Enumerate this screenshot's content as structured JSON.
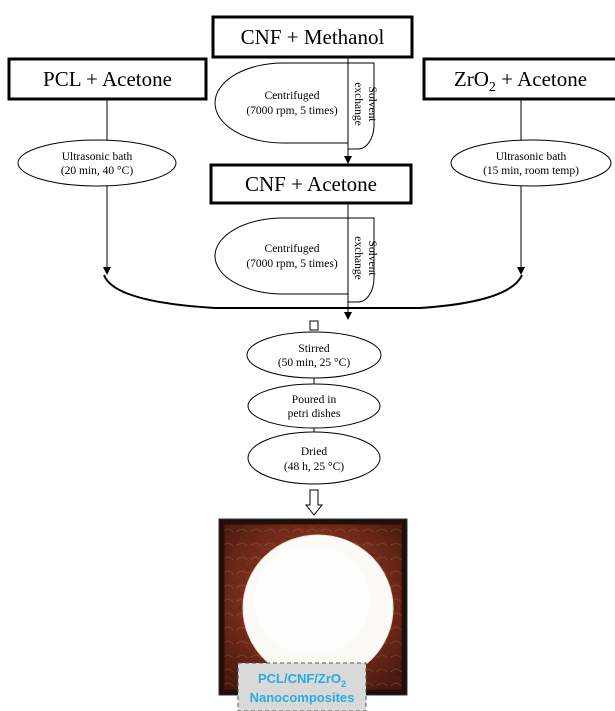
{
  "boxes": {
    "cnf_methanol": "CNF + Methanol",
    "pcl_acetone": "PCL + Acetone",
    "zro2_acetone_base": "ZrO",
    "zro2_acetone_sub": "2",
    "zro2_acetone_tail": " + Acetone",
    "cnf_acetone": "CNF + Acetone"
  },
  "ellipses": {
    "centrifuged_1": [
      "Centrifuged",
      "(7000 rpm, 5 times)"
    ],
    "centrifuged_2": [
      "Centrifuged",
      "(7000 rpm, 5 times)"
    ],
    "ultrasonic_left": [
      "Ultrasonic bath",
      "(20 min, 40 °C)"
    ],
    "ultrasonic_right": [
      "Ultrasonic bath",
      "(15 min, room temp)"
    ],
    "stirred": [
      "Stirred",
      "(50 min, 25 °C)"
    ],
    "poured": [
      "Poured in",
      "petri dishes"
    ],
    "dried": [
      "Dried",
      "(48 h, 25 °C)"
    ]
  },
  "solvent_exchange": [
    "Solvent",
    "exchange"
  ],
  "product_label": {
    "line1_base": "PCL/CNF/ZrO",
    "line1_sub": "2",
    "line2": "Nanocomposites"
  },
  "colors": {
    "label_text": "#29abe2",
    "label_bg": "#d9d9d9",
    "photo_bg": "#7a2e1c",
    "disc": "#fbfaf5"
  }
}
